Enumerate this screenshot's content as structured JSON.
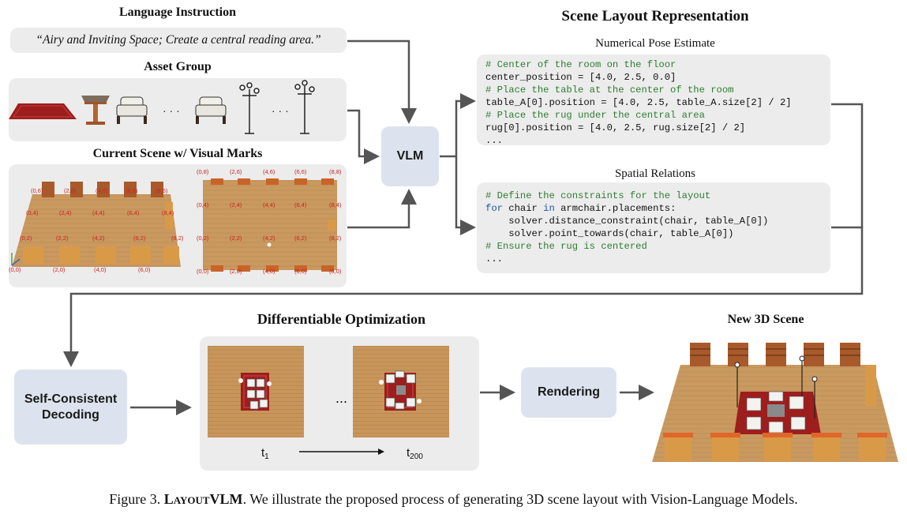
{
  "language_instruction": {
    "title": "Language Instruction",
    "text": "“Airy and Inviting Space; Create a central reading area.”"
  },
  "asset_group": {
    "title": "Asset Group",
    "ellipsis_1": "· · ·",
    "ellipsis_2": "· · ·"
  },
  "current_scene": {
    "title": "Current Scene w/ Visual Marks",
    "marks_left": [
      "(0,6)",
      "(2,6)",
      "(4,6)",
      "(6,6)",
      "(8,6)",
      "(0,4)",
      "(2,4)",
      "(4,4)",
      "(6,4)",
      "(8,4)",
      "(0,2)",
      "(2,2)",
      "(4,2)",
      "(6,2)",
      "(8,2)",
      "(0,0)",
      "(2,0)",
      "(4,0)",
      "(6,0)"
    ],
    "marks_right": [
      "(0,8)",
      "(2,6)",
      "(4,6)",
      "(6,6)",
      "(8,8)",
      "(0,4)",
      "(2,4)",
      "(4,4)",
      "(6,4)",
      "(8,4)",
      "(0,2)",
      "(2,2)",
      "(4,2)",
      "(6,2)",
      "(8,2)",
      "(0,0)",
      "(2,0)",
      "(4,0)",
      "(6,0)",
      "(8,0)"
    ]
  },
  "vlm": {
    "label": "VLM"
  },
  "scene_layout": {
    "title": "Scene Layout Representation",
    "numerical_title": "Numerical Pose Estimate",
    "spatial_title": "Spatial Relations",
    "numerical_code": [
      {
        "cls": "cm",
        "text": "# Center of the room on the floor"
      },
      {
        "cls": "",
        "text": "center_position = [4.0, 2.5, 0.0]"
      },
      {
        "cls": "cm",
        "text": "# Place the table at the center of the room"
      },
      {
        "cls": "",
        "text": "table_A[0].position = [4.0, 2.5, table_A.size[2] / 2]"
      },
      {
        "cls": "cm",
        "text": "# Place the rug under the central area"
      },
      {
        "cls": "",
        "text": "rug[0].position = [4.0, 2.5, rug.size[2] / 2]"
      },
      {
        "cls": "",
        "text": "..."
      }
    ],
    "spatial_code": [
      {
        "cls": "cm",
        "text": "# Define the constraints for the layout"
      },
      {
        "cls": "",
        "text": "for chair in armchair.placements:"
      },
      {
        "cls": "",
        "text": "    solver.distance_constraint(chair, table_A[0])"
      },
      {
        "cls": "",
        "text": "    solver.point_towards(chair, table_A[0])"
      },
      {
        "cls": "cm",
        "text": "# Ensure the rug is centered"
      },
      {
        "cls": "",
        "text": "..."
      }
    ]
  },
  "self_consistent": {
    "label_line1": "Self-Consistent",
    "label_line2": "Decoding"
  },
  "diff_opt": {
    "title": "Differentiable Optimization",
    "ellipsis": "...",
    "t_start": "t",
    "t_start_sub": "1",
    "t_end": "t",
    "t_end_sub": "200"
  },
  "rendering": {
    "label": "Rendering"
  },
  "new_scene": {
    "title": "New 3D Scene"
  },
  "caption": {
    "prefix": "Figure 3.",
    "name": "LayoutVLM",
    "text": ". We illustrate the proposed process of generating 3D scene layout with Vision-Language Models."
  },
  "colors": {
    "box_gray": "#ececec",
    "box_blue": "#dde3ee",
    "arrow": "#555555",
    "mark_red": "#cc2222",
    "wood": "#c9995f"
  }
}
